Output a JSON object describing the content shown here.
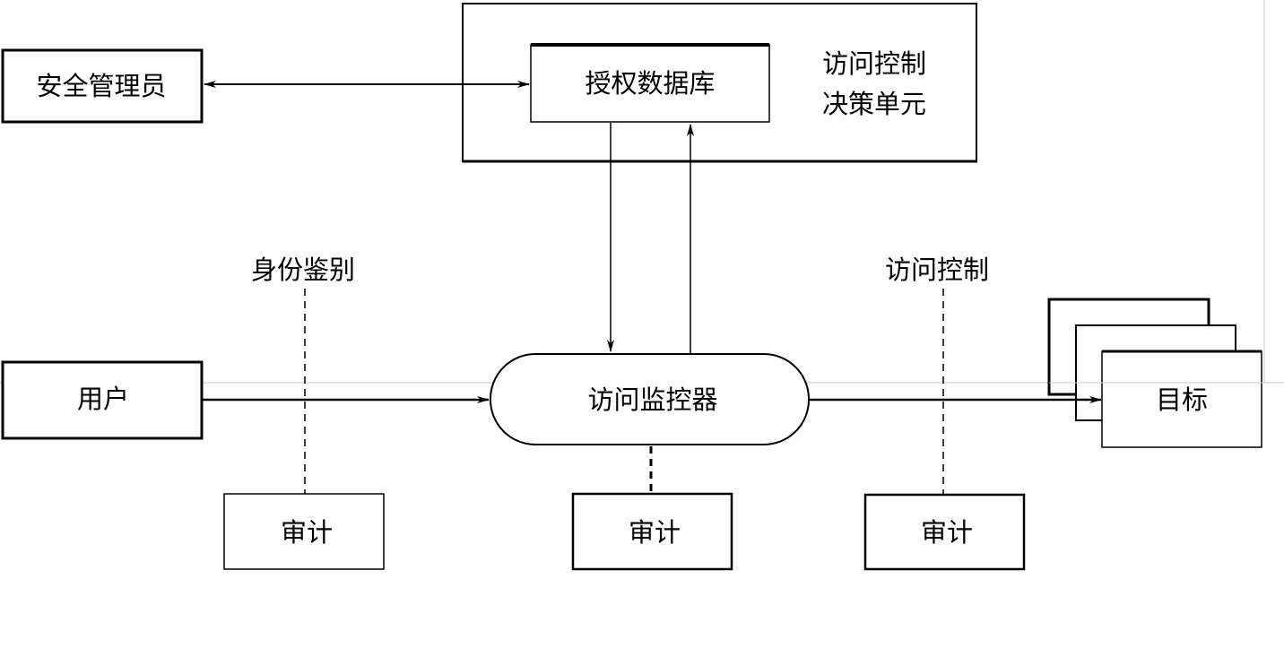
{
  "nodes": {
    "security_admin": "安全管理员",
    "auth_database": "授权数据库",
    "decision_unit_line1": "访问控制",
    "decision_unit_line2": "决策单元",
    "user": "用户",
    "access_monitor": "访问监控器",
    "target": "目标",
    "audit_left": "审计",
    "audit_center": "审计",
    "audit_right": "审计"
  },
  "labels": {
    "identity_auth": "身份鉴别",
    "access_control": "访问控制"
  }
}
